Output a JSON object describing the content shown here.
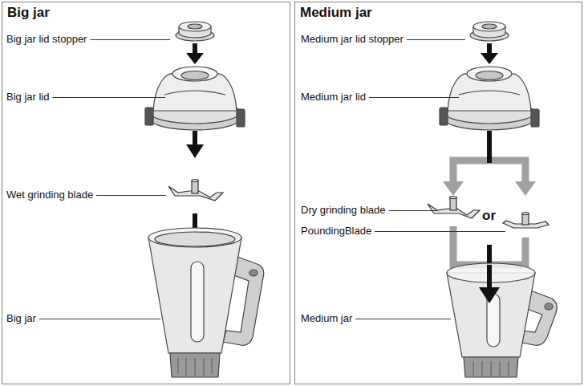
{
  "diagram": {
    "nodes": [
      {
        "text": [
          "Big jar"
        ]
      },
      {
        "text": [
          "Medium jar"
        ]
      }
    ],
    "labels": [
      "Big jar lid stopper",
      "Big jar lid",
      "Wet grinding blade",
      "Big jar",
      "Medium jar lid stopper",
      "Medium jar lid",
      "Dry grinding blade",
      "or",
      "PoundingBlade",
      "Medium jar"
    ]
  }
}
